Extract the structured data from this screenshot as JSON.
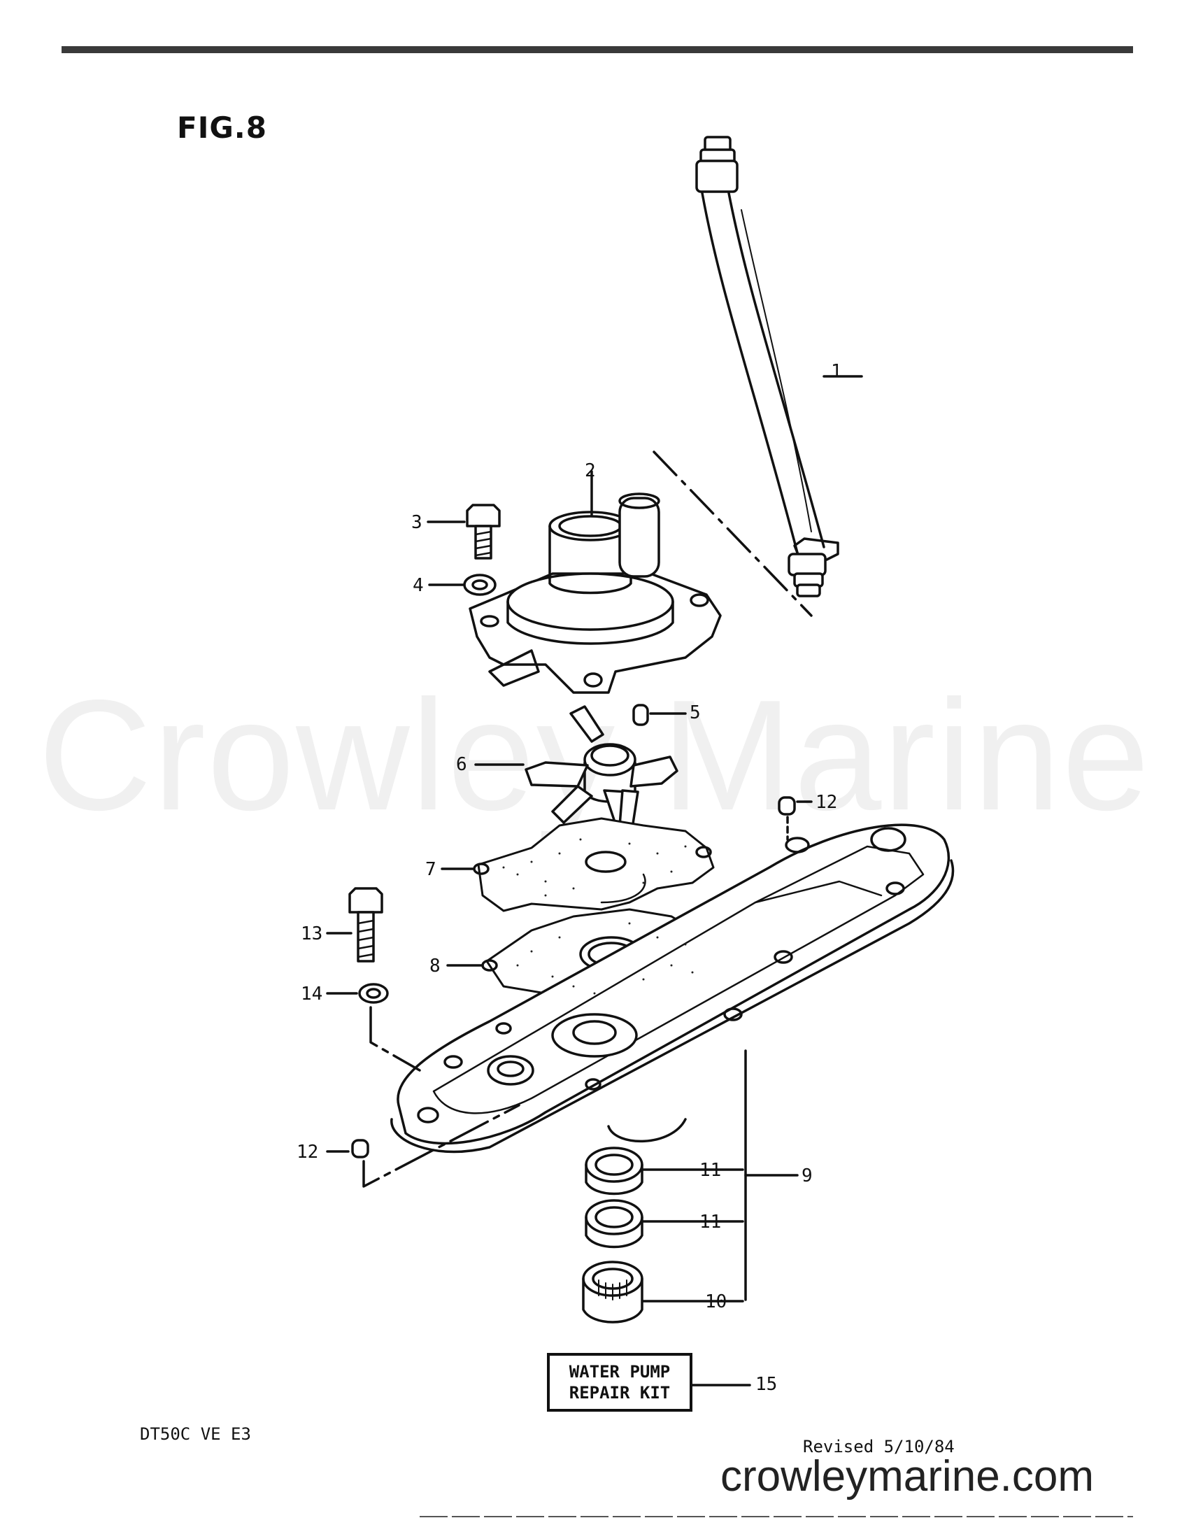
{
  "watermark": "Crowley Marine",
  "figure_title": "FIG.8",
  "model_code": "DT50C VE E3",
  "revised": "Revised 5/10/84",
  "site": "crowleymarine.com",
  "kit": {
    "line1": "WATER PUMP",
    "line2": "REPAIR KIT",
    "callout": "15"
  },
  "callouts": {
    "c1": "1",
    "c2": "2",
    "c3": "3",
    "c4": "4",
    "c5": "5",
    "c6": "6",
    "c7": "7",
    "c8": "8",
    "c9": "9",
    "c10": "10",
    "c11a": "11",
    "c11b": "11",
    "c12a": "12",
    "c12b": "12",
    "c13": "13",
    "c14": "14"
  }
}
